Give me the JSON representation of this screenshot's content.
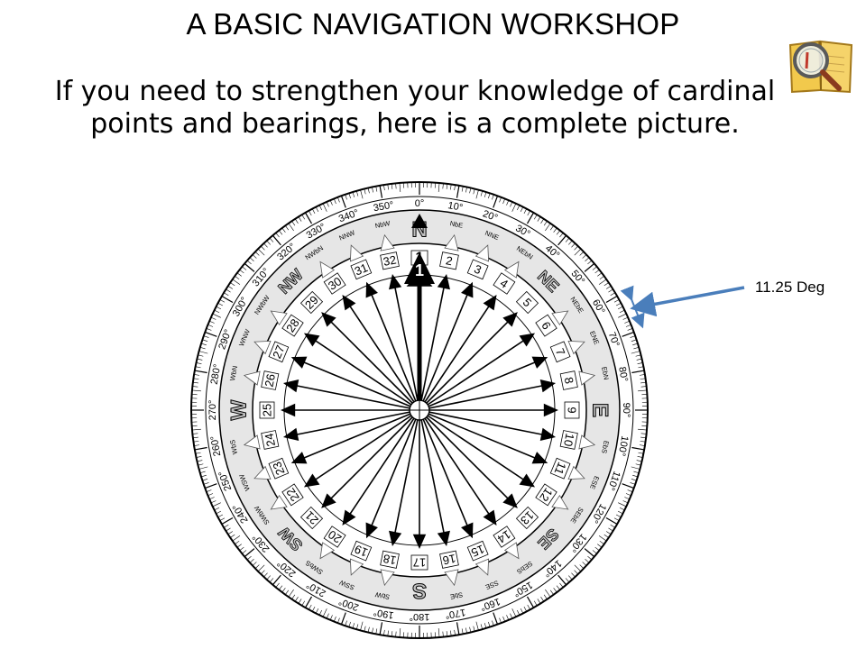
{
  "slide": {
    "title": "A BASIC NAVIGATION WORKSHOP",
    "subtitle_line1": "If you need to strengthen your knowledge of cardinal",
    "subtitle_line2": "points and bearings, here is a complete picture."
  },
  "annotation": {
    "label": "11.25 Deg",
    "arrow_color": "#4a7ebb"
  },
  "compass": {
    "cardinal_letters": [
      "N",
      "E",
      "S",
      "W"
    ],
    "intercardinal_labels": [
      "NE",
      "SE",
      "SW",
      "NW"
    ],
    "small_point_labels": [
      "",
      "NbE",
      "NNE",
      "NEbN",
      "",
      "NEbE",
      "ENE",
      "EbN",
      "",
      "EbS",
      "ESE",
      "SEbE",
      "",
      "SEbS",
      "SSE",
      "SbE",
      "",
      "SbW",
      "SSW",
      "SWbS",
      "",
      "SWbW",
      "WSW",
      "WbS",
      "",
      "WbN",
      "WNW",
      "NWbW",
      "",
      "NWbN",
      "NNW",
      "NbW"
    ],
    "degree_labels": [
      "0°",
      "10°",
      "20°",
      "30°",
      "40°",
      "50°",
      "60°",
      "70°",
      "80°",
      "90°",
      "100°",
      "110°",
      "120°",
      "130°",
      "140°",
      "150°",
      "160°",
      "170°",
      "180°",
      "190°",
      "200°",
      "210°",
      "220°",
      "230°",
      "240°",
      "250°",
      "260°",
      "270°",
      "280°",
      "290°",
      "300°",
      "310°",
      "320°",
      "330°",
      "340°",
      "350°"
    ],
    "point_numbers": [
      "1",
      "2",
      "3",
      "4",
      "5",
      "6",
      "7",
      "8",
      "9",
      "10",
      "11",
      "12",
      "13",
      "14",
      "15",
      "16",
      "17",
      "18",
      "19",
      "20",
      "21",
      "22",
      "23",
      "24",
      "25",
      "26",
      "27",
      "28",
      "29",
      "30",
      "31",
      "32"
    ],
    "colors": {
      "ink": "#000000",
      "dial_fill": "#e6e6e6",
      "letter_fill": "#bfbfbf"
    }
  }
}
